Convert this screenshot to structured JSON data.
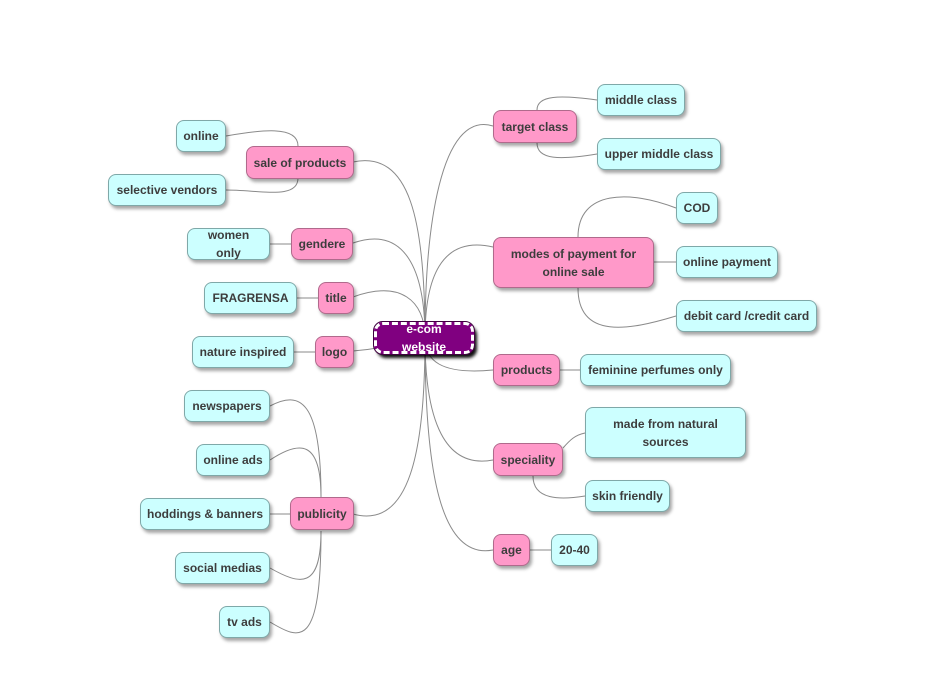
{
  "center": "e-com website",
  "left": {
    "sale_of_products": {
      "label": "sale of products",
      "children": [
        "online",
        "selective vendors"
      ]
    },
    "gendere": {
      "label": "gendere",
      "children": [
        "women only"
      ]
    },
    "title": {
      "label": "title",
      "children": [
        "FRAGRENSA"
      ]
    },
    "logo": {
      "label": "logo",
      "children": [
        "nature inspired"
      ]
    },
    "publicity": {
      "label": "publicity",
      "children": [
        "newspapers",
        "online ads",
        "hoddings & banners",
        "social medias",
        "tv ads"
      ]
    }
  },
  "right": {
    "target_class": {
      "label": "target class",
      "children": [
        "middle class",
        "upper middle class"
      ]
    },
    "modes_of_payment": {
      "label": "modes of payment for online sale",
      "children": [
        "COD",
        "online payment",
        "debit card /credit card"
      ]
    },
    "products": {
      "label": "products",
      "children": [
        "feminine perfumes only"
      ]
    },
    "speciality": {
      "label": "speciality",
      "children": [
        "made from natural sources",
        "skin friendly"
      ]
    },
    "age": {
      "label": "age",
      "children": [
        "20-40"
      ]
    }
  },
  "colors": {
    "center_fill": "#800080",
    "branch_fill": "#ff99c9",
    "leaf_fill": "#ccffff",
    "line": "#8a8a8a"
  }
}
